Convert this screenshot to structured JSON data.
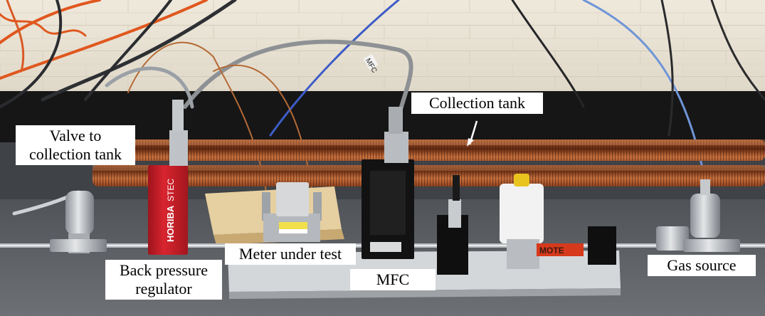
{
  "labels": {
    "valve": [
      "Valve to",
      "collection tank"
    ],
    "collection_tank": "Collection tank",
    "back_pressure": [
      "Back pressure",
      "regulator"
    ],
    "meter": "Meter under test",
    "mfc": "MFC",
    "gas_source": "Gas source"
  },
  "device_text": {
    "horiba_brand": "HORIBA",
    "horiba_suffix": "STEC",
    "cable_tag": "MFC",
    "tank_tag": "MOTE"
  },
  "colors": {
    "wall": "#e6e0d2",
    "baseboard": "#151515",
    "floor": "#5c5f63",
    "copper": "#a5532a",
    "regulator_red": "#c8202a",
    "platform": "#c9cccf"
  }
}
